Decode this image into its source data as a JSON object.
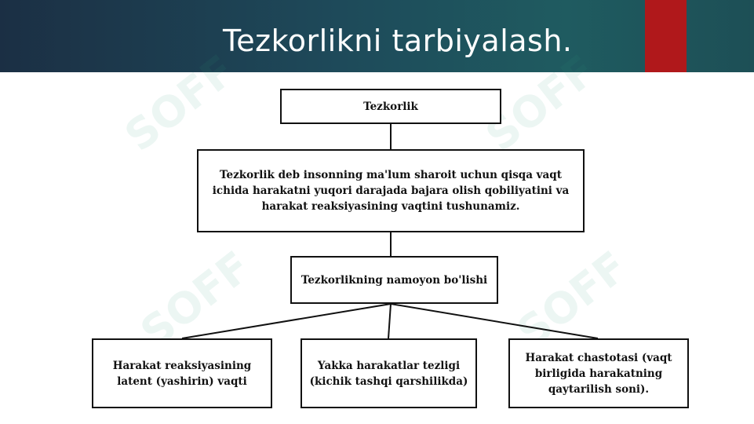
{
  "slide": {
    "title": "Tezkorlikni tarbiyalash."
  },
  "watermark": "SOFF",
  "diagram": {
    "root": "Tezkorlik",
    "definition": "Tezkorlik deb insonning ma'lum sharoit uchun qisqa vaqt ichida harakatni yuqori darajada bajara olish qobiliyatini va harakat reaksiyasining vaqtini tushunamiz.",
    "manifestation": "Tezkorlikning namoyon bo'lishi",
    "leaves": [
      "Harakat reaksiyasining latent (yashirin) vaqti",
      "Yakka harakatlar tezligi (kichik tashqi qarshilikda)",
      "Harakat chastotasi (vaqt birligida harakatning qaytarilish soni)."
    ]
  },
  "colors": {
    "header": "#1e4a5a",
    "accent": "#b0181b"
  }
}
